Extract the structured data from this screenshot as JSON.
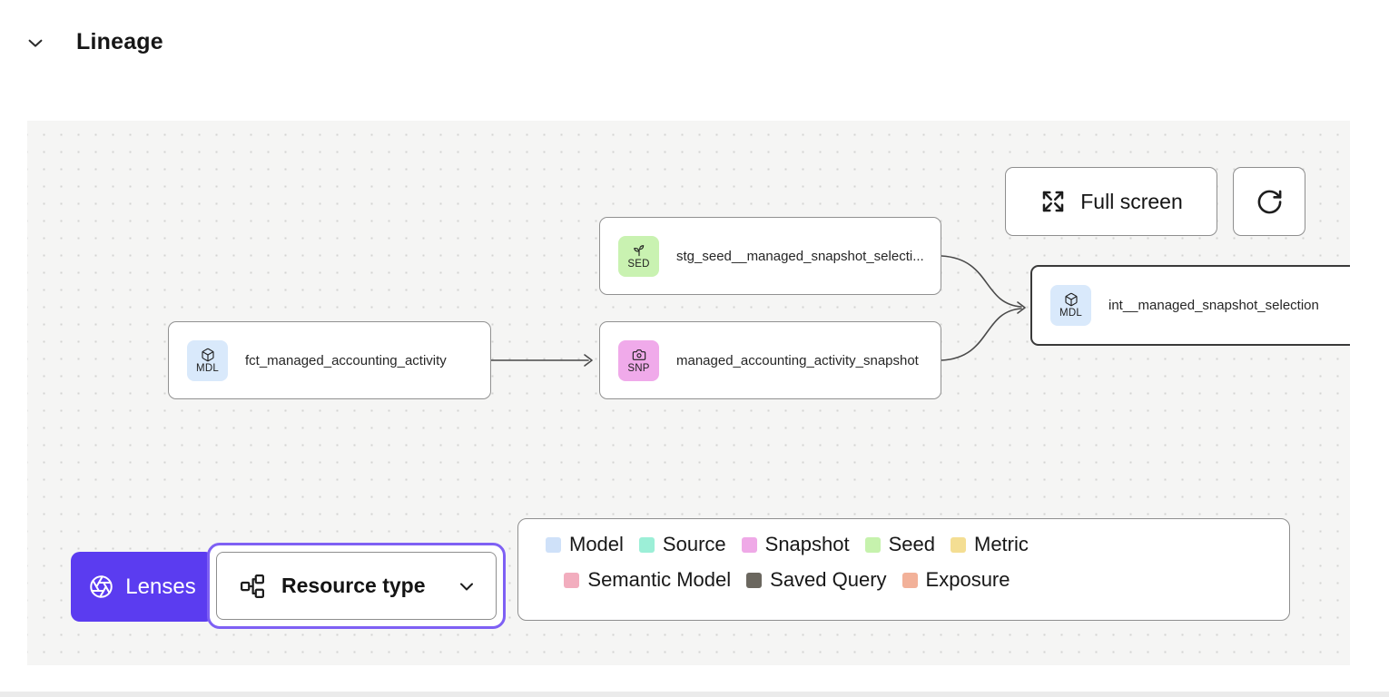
{
  "header": {
    "title": "Lineage"
  },
  "toolbar": {
    "fullscreen_label": "Full screen"
  },
  "nodes": {
    "seed": {
      "badge": "SED",
      "label": "stg_seed__managed_snapshot_selecti...",
      "color": "#c9f2b1",
      "type": "seed"
    },
    "model_fct": {
      "badge": "MDL",
      "label": "fct_managed_accounting_activity",
      "color": "#d9e9fb",
      "type": "model"
    },
    "snapshot": {
      "badge": "SNP",
      "label": "managed_accounting_activity_snapshot",
      "color": "#f0aaea",
      "type": "snapshot"
    },
    "model_int": {
      "badge": "MDL",
      "label": "int__managed_snapshot_selection",
      "color": "#d9e9fb",
      "type": "model",
      "state": "selected"
    }
  },
  "lenses": {
    "label": "Lenses",
    "accent": "#5b3cf0"
  },
  "resource_type": {
    "label": "Resource type",
    "ring_color": "#7e60f4"
  },
  "legend": {
    "rows": [
      {
        "items": [
          {
            "label": "Model",
            "color": "#cfe1f9"
          },
          {
            "label": "Source",
            "color": "#9cefd7"
          },
          {
            "label": "Snapshot",
            "color": "#efa9e7"
          },
          {
            "label": "Seed",
            "color": "#c6f2ad"
          },
          {
            "label": "Metric",
            "color": "#f4de93"
          }
        ]
      },
      {
        "items": [
          {
            "label": "Semantic Model",
            "color": "#f2adbe"
          },
          {
            "label": "Saved Query",
            "color": "#6b675f"
          },
          {
            "label": "Exposure",
            "color": "#f2b199"
          }
        ]
      }
    ]
  }
}
